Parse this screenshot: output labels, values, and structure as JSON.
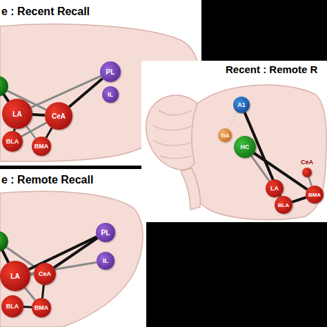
{
  "diagram": {
    "nodes": [
      {
        "text": [
          "LA"
        ]
      },
      {
        "text": [
          "CeA"
        ]
      },
      {
        "text": [
          "BLA"
        ]
      },
      {
        "text": [
          "BMA"
        ]
      },
      {
        "text": [
          "PL"
        ]
      },
      {
        "text": [
          "IL"
        ]
      },
      {
        "text": [
          "A1"
        ]
      },
      {
        "text": [
          "TeA"
        ]
      },
      {
        "text": [
          "HC"
        ]
      },
      {
        "text": [
          "LA"
        ]
      },
      {
        "text": [
          "CeA"
        ]
      },
      {
        "text": [
          "BLA"
        ]
      },
      {
        "text": [
          "BMA"
        ]
      },
      {
        "text": [
          "LA"
        ]
      },
      {
        "text": [
          "CeA"
        ]
      },
      {
        "text": [
          "BLA"
        ]
      },
      {
        "text": [
          "BMA"
        ]
      },
      {
        "text": [
          "PL"
        ]
      },
      {
        "text": [
          "IL"
        ]
      }
    ],
    "edges": [
      {
        "from": 0,
        "to": 1,
        "arrow": "none"
      },
      {
        "from": 1,
        "to": 4,
        "arrow": "none"
      },
      {
        "from": 0,
        "to": 4,
        "arrow": "none"
      },
      {
        "from": 0,
        "to": 2,
        "arrow": "none"
      },
      {
        "from": 1,
        "to": 3,
        "arrow": "none"
      },
      {
        "from": 2,
        "to": 1,
        "arrow": "none"
      },
      {
        "from": 0,
        "to": 3,
        "arrow": "none"
      },
      {
        "from": 6,
        "to": 7,
        "arrow": "none"
      },
      {
        "from": 6,
        "to": 11,
        "arrow": "none"
      },
      {
        "from": 8,
        "to": 12,
        "arrow": "none"
      },
      {
        "from": 8,
        "to": 9,
        "arrow": "none"
      },
      {
        "from": 9,
        "to": 11,
        "arrow": "none"
      },
      {
        "from": 11,
        "to": 12,
        "arrow": "none"
      },
      {
        "from": 10,
        "to": 12,
        "arrow": "none"
      },
      {
        "from": 13,
        "to": 14,
        "arrow": "none"
      },
      {
        "from": 14,
        "to": 17,
        "arrow": "none"
      },
      {
        "from": 13,
        "to": 17,
        "arrow": "none"
      },
      {
        "from": 13,
        "to": 18,
        "arrow": "none"
      },
      {
        "from": 15,
        "to": 16,
        "arrow": "none"
      },
      {
        "from": 13,
        "to": 16,
        "arrow": "none"
      },
      {
        "from": 14,
        "to": 16,
        "arrow": "none"
      }
    ],
    "labels": [
      "e : Recent Recall",
      "Recent : Remote R",
      "e : Remote Recall"
    ]
  }
}
